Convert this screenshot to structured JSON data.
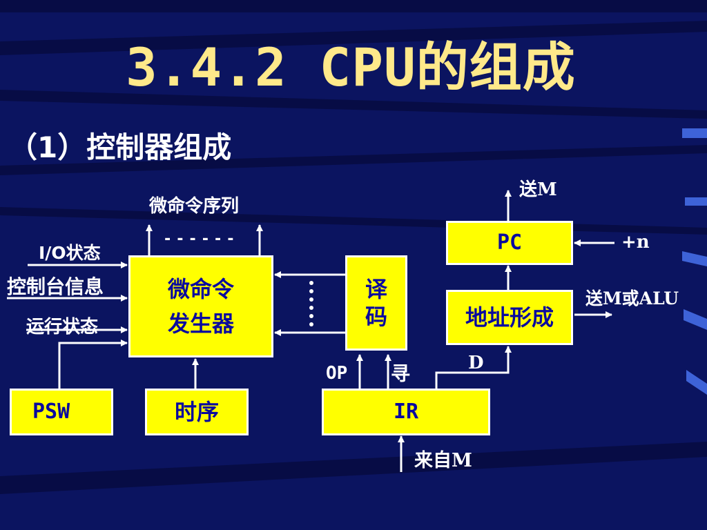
{
  "slide": {
    "title": "3.4.2 CPU的组成",
    "subtitle": "（1）控制器组成"
  },
  "diagram": {
    "boxes": {
      "micro_gen_line1": "微命令",
      "micro_gen_line2": "发生器",
      "decoder_line1": "译",
      "decoder_line2": "码",
      "pc": "PC",
      "addr_form": "地址形成",
      "psw": "PSW",
      "timing": "时序",
      "ir": "IR"
    },
    "labels": {
      "micro_seq": "微命令序列",
      "dashes": "------",
      "io_status": "I/O状态",
      "console_info": "控制台信息",
      "run_status": "运行状态",
      "to_m_top": "送M",
      "plus_n": "+n",
      "to_m_or_alu": "送M或ALU",
      "d": "D",
      "op": "OP",
      "addr_mode": "寻",
      "from_m": "来自M"
    }
  },
  "colors": {
    "background": "#0b1460",
    "box_fill": "#ffff00",
    "box_text": "#0a0a9e",
    "title": "#ffe98a",
    "line": "#ffffff"
  }
}
